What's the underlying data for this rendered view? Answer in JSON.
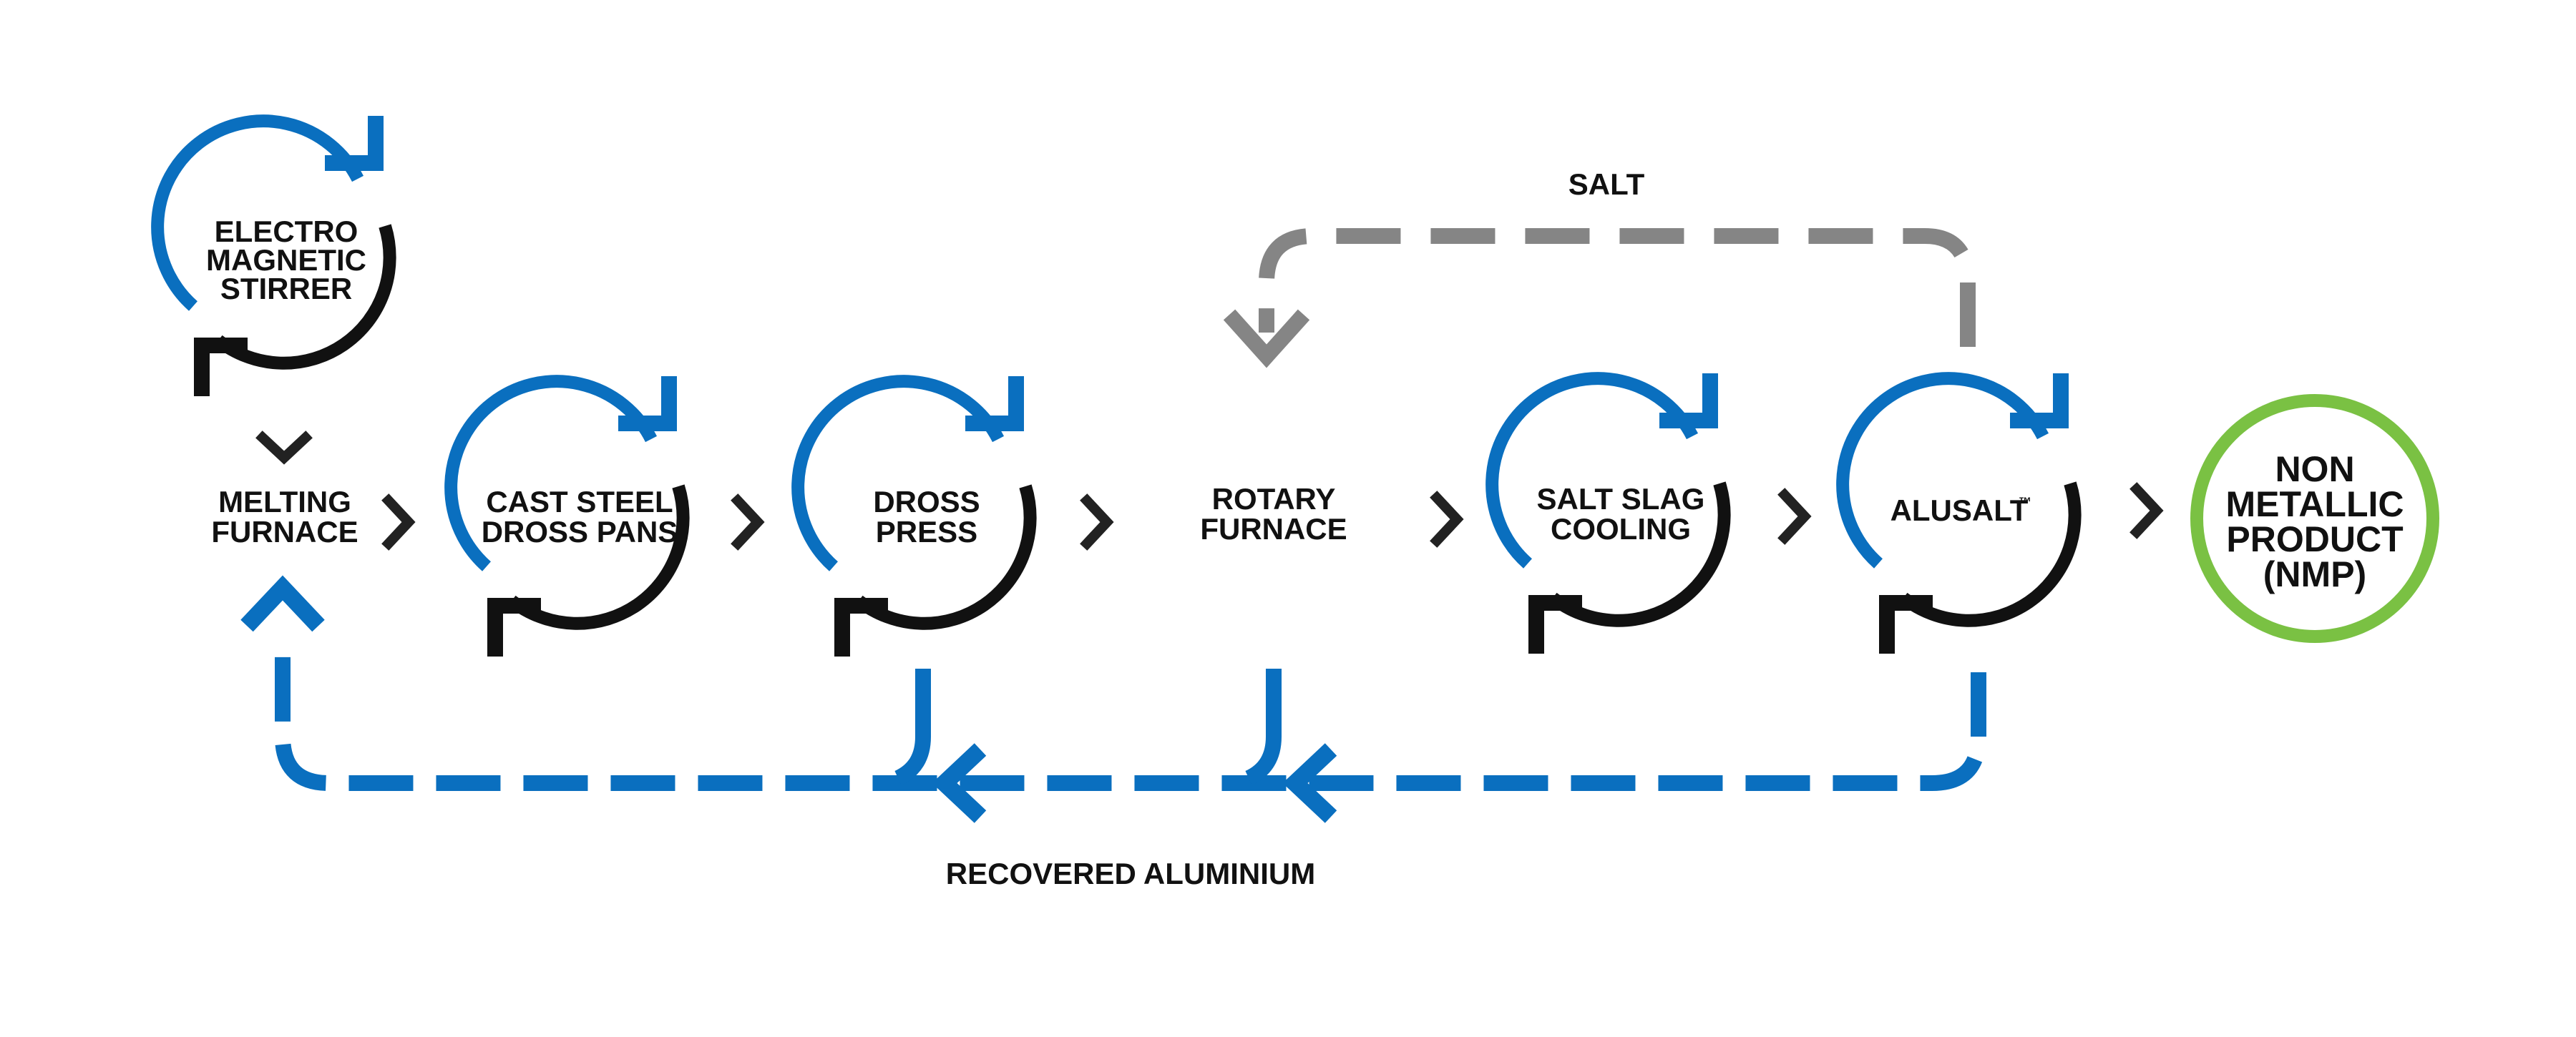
{
  "colors": {
    "blue": "#0a6fbf",
    "black": "#111111",
    "grey": "#858585",
    "green": "#7ac143",
    "text": "#111111"
  },
  "stages": {
    "electro_magnetic_stirrer": {
      "line1": "ELECTRO",
      "line2": "MAGNETIC",
      "line3": "STIRRER",
      "icon": "cycle-icon"
    },
    "melting_furnace": {
      "line1": "MELTING",
      "line2": "FURNACE"
    },
    "cast_steel_dross_pans": {
      "line1": "CAST STEEL",
      "line2": "DROSS PANS",
      "icon": "cycle-icon"
    },
    "dross_press": {
      "line1": "DROSS",
      "line2": "PRESS",
      "icon": "cycle-icon"
    },
    "rotary_furnace": {
      "line1": "ROTARY",
      "line2": "FURNACE"
    },
    "salt_slag_cooling": {
      "line1": "SALT SLAG",
      "line2": "COOLING",
      "icon": "cycle-icon"
    },
    "alusalt": {
      "label": "ALUSALT",
      "trademark": "™",
      "icon": "cycle-icon"
    },
    "non_metallic_product": {
      "line1": "NON",
      "line2": "METALLIC",
      "line3": "PRODUCT",
      "line4": "(NMP)"
    }
  },
  "flows": {
    "salt_return": {
      "label": "SALT",
      "color": "#858585",
      "style": "dashed"
    },
    "recovered_aluminium": {
      "label": "RECOVERED ALUMINIUM",
      "color": "#0a6fbf",
      "style": "dashed"
    }
  }
}
